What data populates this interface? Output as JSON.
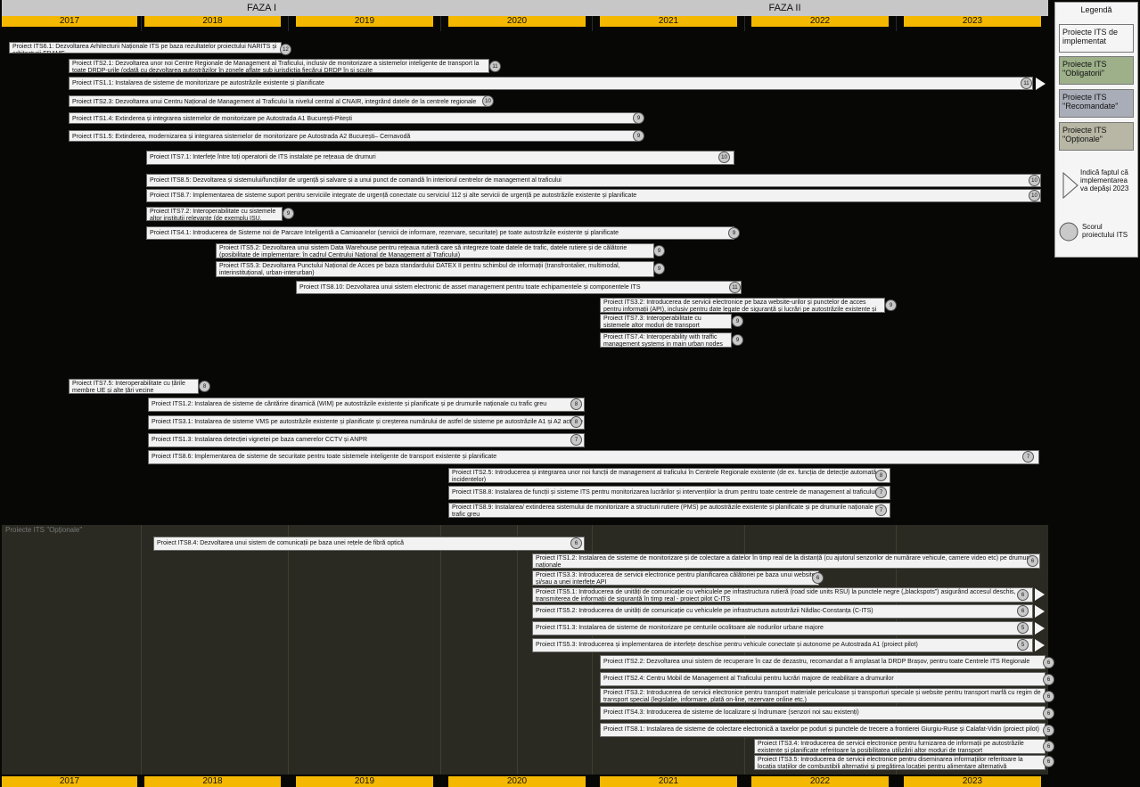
{
  "phases": {
    "phase1": "FAZA I",
    "phase2": "FAZA II"
  },
  "years": [
    "2017",
    "2018",
    "2019",
    "2020",
    "2021",
    "2022",
    "2023"
  ],
  "optional_zone_label": "Proiecte ITS \"Opționale\"",
  "legend": {
    "title": "Legendă",
    "implemented": "Proiecte ITS de implementat",
    "mandatory": "Proiecte ITS \"Obligatorii\"",
    "recommended": "Proiecte ITS \"Recomandate\"",
    "optional": "Proiecte ITS \"Opționale\"",
    "arrow_note": "Indică faptul că implementarea va depăși 2023",
    "score_note": "Scorul proiectului ITS",
    "colors": {
      "implemented": "#f5f5f5",
      "mandatory": "#9db08a",
      "recommended": "#a9adb8",
      "optional": "#b8b7a5"
    }
  },
  "projects": [
    {
      "label": "Proiect ITS6.1: Dezvoltarea Arhitecturii Naționale ITS pe baza rezultatelor proiectului NARITS și arhitecturii FRAME",
      "score": "12"
    },
    {
      "label": "Proiect ITS2.1: Dezvoltarea unor noi Centre Regionale de Management al Traficului, inclusiv de monitorizare a sistemelor inteligente de transport la toate DRDP-urile (odată cu dezvoltarea autostrăzilor în zonele aflate sub jurisdicția fiecărui DRDP în și scuite",
      "score": "11"
    },
    {
      "label": "Proiect ITS1.1: Instalarea de sisteme de monitorizare pe autostrăzile existente și planificate",
      "score": "11"
    },
    {
      "label": "Proiect ITS2.3: Dezvoltarea unui Centru Național de Management al Traficului la nivelul central al CNAIR, integrând datele de la centrele regionale",
      "score": "10"
    },
    {
      "label": "Proiect ITS1.4: Extinderea și integrarea sistemelor de monitorizare pe Autostrada A1 București-Pitești",
      "score": "9"
    },
    {
      "label": "Proiect ITS1.5: Extinderea, modernizarea și integrarea sistemelor de monitorizare pe Autostrada A2 București– Cernavodă",
      "score": "9"
    },
    {
      "label": "Proiect ITS7.1: Interfețe între toți operatorii de ITS instalate pe rețeaua de drumuri",
      "score": "10"
    },
    {
      "label": "Proiect ITS8.5: Dezvoltarea și sistemului/funcțiilor de urgență și salvare și a unui punct de comandă în interiorul centrelor de management al traficului",
      "score": "10"
    },
    {
      "label": "Proiect ITS8.7: Implementarea de sisteme suport pentru serviciile integrate de urgență conectate cu serviciul 112 și alte servicii de urgență pe autostrăzile existente și planificate",
      "score": "10"
    },
    {
      "label": "Proiect ITS7.2: Interoperabilitate cu sistemele altor instituții relevante (de exemplu ISU, Poliție)",
      "score": "9"
    },
    {
      "label": "Proiect ITS4.1: Introducerea de Sisteme noi de Parcare Inteligentă a Camioanelor (servicii de informare, rezervare, securitate) pe toate autostrăzile existente și planificate",
      "score": "9"
    },
    {
      "label": "Proiect ITS5.2: Dezvoltarea unui sistem Data Warehouse pentru rețeaua rutieră care să integreze toate datele de trafic, datele rutiere și de călătorie (posibilitate de implementare: în cadrul Centrului Național de Management al Traficului)",
      "score": "9"
    },
    {
      "label": "Proiect ITS5.3: Dezvoltarea Punctului Național de Acces pe baza standardului DATEX II pentru schimbul de informații (transfrontalier, multimodal, interinstituțional, urban-interurban)",
      "score": "9"
    },
    {
      "label": "Proiect ITS8.10: Dezvoltarea unui sistem electronic de asset management pentru toate echipamentele și componentele ITS",
      "score": "11"
    },
    {
      "label": "Proiect ITS3.2: Introducerea de servicii electronice pe baza website-urilor și punctelor de acces pentru informații (API), inclusiv pentru date legate de siguranță și lucrări pe autostrăzile existente și planificate",
      "score": "9"
    },
    {
      "label": "Proiect ITS7.3: Interoperabilitate cu sistemele altor moduri de transport",
      "score": "9"
    },
    {
      "label": "Proiect ITS7.4: Interoperability with traffic management systems in main urban nodes",
      "score": "9"
    },
    {
      "label": "Proiect ITS7.5: Interoperabilitate cu țările membre UE și alte țări vecine",
      "score": "8"
    },
    {
      "label": "Proiect ITS1.2: Instalarea de sisteme de cântărire dinamică (WIM) pe autostrăzile existente și planificate și pe drumurile naționale cu trafic greu",
      "score": "8"
    },
    {
      "label": "Proiect ITS3.1: Instalarea de sisteme VMS pe autostrăzile existente și planificate și creșterea numărului de astfel de sisteme pe autostrăzile A1 și A2 actuale",
      "score": "8"
    },
    {
      "label": "Proiect ITS1.3: Instalarea detecției vignetei pe baza camerelor CCTV și ANPR",
      "score": "7"
    },
    {
      "label": "Proiect ITS8.6: Implementarea de sisteme de securitate pentru toate sistemele inteligente de transport existente și planificate",
      "score": "7"
    },
    {
      "label": "Proiect ITS2.5: Introducerea și integrarea unor noi funcții de management al traficului în Centrele Regionale existente (de ex. funcția de detecție automată a incidentelor)",
      "score": "8"
    },
    {
      "label": "Proiect ITS8.8: Instalarea de funcții și sisteme ITS pentru monitorizarea lucrărilor și intervențiilor la drum pentru toate centrele de management al traficului",
      "score": "7"
    },
    {
      "label": "Proiect ITS8.9: Instalarea/ extinderea sistemului de monitorizare a structurii rutiere (PMS) pe autostrăzile existente și planificate și pe drumurile naționale cu trafic greu",
      "score": "7"
    },
    {
      "label": "Proiect ITS8.4: Dezvoltarea unui sistem de comunicații pe baza unei rețele de fibră optică",
      "score": "6"
    },
    {
      "label": "Proiect ITS1.2: Instalarea de sisteme de monitorizare și de colectare a datelor în timp real de la distanță (cu ajutorul senzorilor de numărare vehicule, camere video etc) pe drumurile naționale",
      "score": "6"
    },
    {
      "label": "Proiect ITS3.3: Introducerea de servicii electronice pentru planificarea călătoriei pe baza unui website și/sau a unei interfețe API",
      "score": "6"
    },
    {
      "label": "Proiect ITS5.1: Introducerea de unități de comunicație cu vehiculele pe infrastructura rutieră (road side units RSU) la punctele negre („blackspots”) asigurând accesul deschis, transmiterea de informații de siguranță în timp real - proiect pilot C-ITS",
      "score": "6"
    },
    {
      "label": "Proiect ITS5.2: Introducerea de unități de comunicație cu vehiculele pe infrastructura autostrăzii Nădlac-Constanța (C-ITS)",
      "score": "6"
    },
    {
      "label": "Proiect ITS1.3: Instalarea de sisteme de monitorizare pe centurile ocolitoare ale nodurilor urbane majore",
      "score": "5"
    },
    {
      "label": "Proiect ITS5.3: Introducerea și implementarea de interfețe deschise pentru vehicule conectate și autonome pe Autostrada A1 (proiect pilot)",
      "score": "5"
    },
    {
      "label": "Proiect ITS2.2: Dezvoltarea unui sistem de recuperare în caz de dezastru, recomandat a fi amplasat la DRDP Brașov, pentru toate Centrele ITS Regionale",
      "score": "6"
    },
    {
      "label": "Proiect ITS2.4: Centru Mobil de Management al Traficului pentru lucrări majore de reabilitare a drumurilor",
      "score": "6"
    },
    {
      "label": "Proiect ITS3.2: Introducerea de servicii electronice pentru transport materiale periculoase și transporturi speciale și website pentru transport marfă cu regim de transport special (legislație, informare, plată on-line, rezervare online etc.)",
      "score": "6"
    },
    {
      "label": "Proiect ITS4.3: Introducerea de sisteme de localizare și îndrumare (senzori noi sau existenți)",
      "score": "6"
    },
    {
      "label": "Proiect ITS8.1: Instalarea de sisteme de colectare electronică a taxelor pe poduri și punctele de trecere a frontierei Giurgiu-Ruse și Calafat-Vidin (proiect pilot)",
      "score": "5"
    },
    {
      "label": "Proiect ITS3.4: Introducerea de servicii electronice pentru furnizarea de informații pe autostrăzile existente și planificate referitoare la posibilitatea utilizării altor moduri de transport",
      "score": "6"
    },
    {
      "label": "Proiect ITS3.5: Introducerea de servicii electronice pentru diseminarea informațiilor referitoare la locația stațiilor de combustibili alternativi și pregătirea locației pentru alimentare alternativă",
      "score": "6"
    }
  ]
}
